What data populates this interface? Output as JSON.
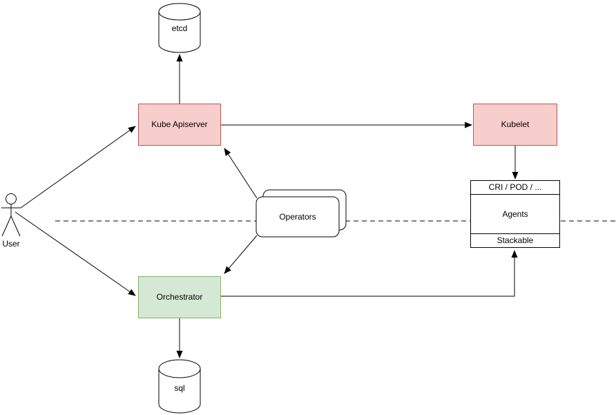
{
  "nodes": {
    "etcd": {
      "label": "etcd",
      "shape": "database-cylinder"
    },
    "kube_apiserver": {
      "label": "Kube Apiserver",
      "shape": "rectangle",
      "fill": "#f8cecc",
      "stroke": "#b85450"
    },
    "kubelet": {
      "label": "Kubelet",
      "shape": "rectangle",
      "fill": "#f8cecc",
      "stroke": "#b85450"
    },
    "operators": {
      "label": "Operators",
      "shape": "stacked-rounded-rectangle"
    },
    "orchestrator": {
      "label": "Orchestrator",
      "shape": "rectangle",
      "fill": "#d5e8d4",
      "stroke": "#82b366"
    },
    "sql": {
      "label": "sql",
      "shape": "database-cylinder"
    },
    "user": {
      "label": "User",
      "shape": "actor-stick-figure"
    },
    "agent_stack": {
      "rows": [
        "CRI / POD / ...",
        "Agents",
        "Stackable"
      ],
      "shape": "partitioned-rectangle"
    }
  },
  "edges": [
    {
      "from": "User",
      "to": "Kube Apiserver",
      "style": "solid-arrow"
    },
    {
      "from": "User",
      "to": "Orchestrator",
      "style": "solid-arrow"
    },
    {
      "from": "Kube Apiserver",
      "to": "etcd",
      "style": "solid-arrow"
    },
    {
      "from": "Kube Apiserver",
      "to": "Kubelet",
      "style": "solid-arrow"
    },
    {
      "from": "Kubelet",
      "to": "CRI / POD / ...",
      "style": "solid-arrow"
    },
    {
      "from": "Operators",
      "to": "Kube Apiserver",
      "style": "solid-arrow"
    },
    {
      "from": "Operators",
      "to": "Orchestrator",
      "style": "solid-arrow"
    },
    {
      "from": "Orchestrator",
      "to": "Stackable",
      "style": "solid-arrow-orthogonal"
    },
    {
      "from": "Orchestrator",
      "to": "sql",
      "style": "solid-arrow"
    }
  ],
  "separator": {
    "style": "dashed-horizontal-line",
    "color": "#000000"
  },
  "colors": {
    "background": "#ffffff",
    "red_fill": "#f8cecc",
    "red_stroke": "#b85450",
    "green_fill": "#d5e8d4",
    "green_stroke": "#82b366",
    "shape_fill": "#ffffff",
    "line": "#000000"
  }
}
